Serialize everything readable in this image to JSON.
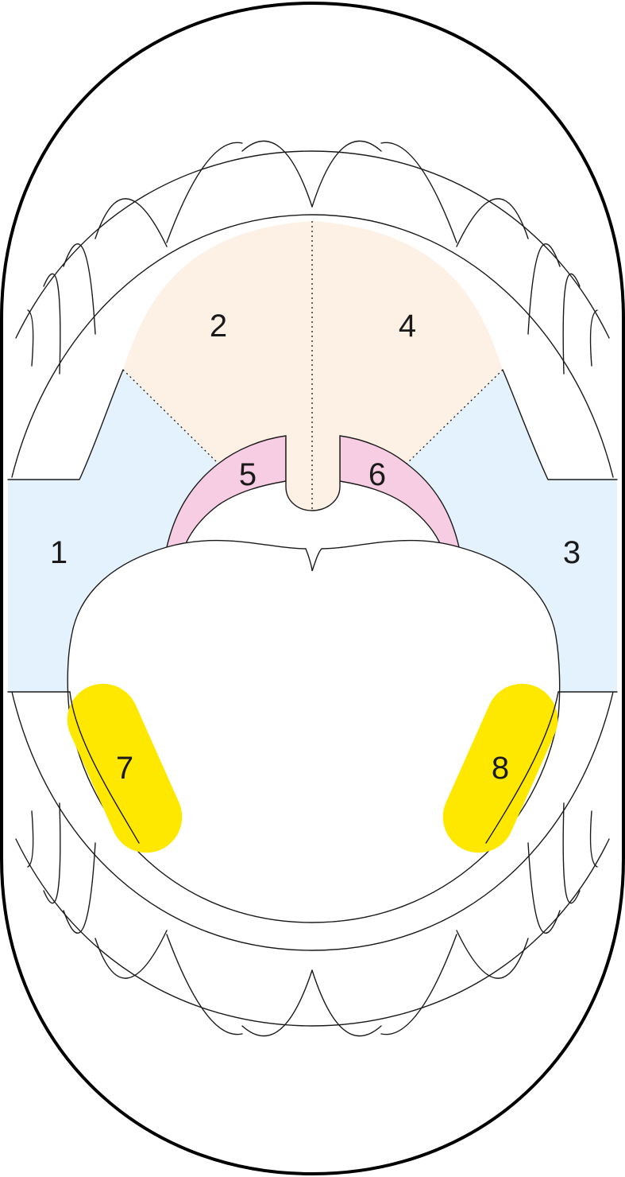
{
  "colors": {
    "outline": "#1a1a1a",
    "lateral_region": "#e3f2fd",
    "palate_region": "#fdf0e4",
    "soft_palate_region": "#f6cde2",
    "highlight_region": "#ffe800"
  },
  "regions": [
    {
      "id": "1",
      "label": "1"
    },
    {
      "id": "2",
      "label": "2"
    },
    {
      "id": "3",
      "label": "3"
    },
    {
      "id": "4",
      "label": "4"
    },
    {
      "id": "5",
      "label": "5"
    },
    {
      "id": "6",
      "label": "6"
    },
    {
      "id": "7",
      "label": "7"
    },
    {
      "id": "8",
      "label": "8"
    }
  ]
}
